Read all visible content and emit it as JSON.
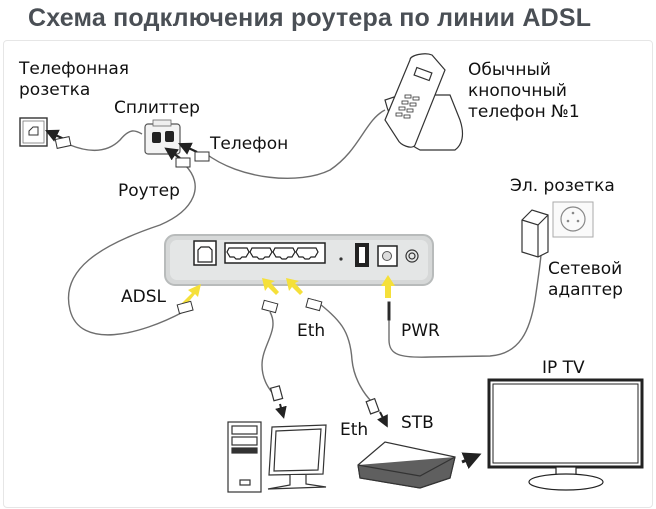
{
  "title": "Схема подключения роутера по линии ADSL",
  "labels": {
    "wall_jack": "Телефонная\nрозетка",
    "splitter": "Сплиттер",
    "phone_port": "Телефон",
    "router_port": "Роутер",
    "phone": "Обычный\nкнопочный\nтелефон №1",
    "power_outlet": "Эл. розетка",
    "power_adapter": "Сетевой\nадаптер",
    "adsl": "ADSL",
    "eth_router": "Eth",
    "pwr": "PWR",
    "ip_tv": "IP TV",
    "stb": "STB",
    "eth_stb": "Eth"
  },
  "colors": {
    "title": "#4a4f55",
    "arrow_yellow": "#f5e03a",
    "router_body": "#d6d8d8",
    "cable": "#6e6e6e"
  },
  "devices": [
    {
      "id": "wall-jack",
      "name": "Телефонная розетка"
    },
    {
      "id": "splitter",
      "name": "Сплиттер",
      "ports": [
        "Телефон",
        "Роутер"
      ]
    },
    {
      "id": "phone",
      "name": "Обычный кнопочный телефон №1"
    },
    {
      "id": "router",
      "ports": [
        "ADSL",
        "Eth",
        "Eth",
        "Eth",
        "Eth",
        "Reset",
        "Power switch",
        "PWR",
        "Antenna"
      ]
    },
    {
      "id": "power-adapter",
      "name": "Сетевой адаптер"
    },
    {
      "id": "computer",
      "name": "PC"
    },
    {
      "id": "stb",
      "name": "STB"
    },
    {
      "id": "tv",
      "name": "IP TV"
    }
  ],
  "connections": [
    {
      "from": "Телефонная розетка",
      "to": "Сплиттер"
    },
    {
      "from": "Сплиттер (Телефон)",
      "to": "Обычный кнопочный телефон №1"
    },
    {
      "from": "Сплиттер (Роутер)",
      "to": "Router ADSL"
    },
    {
      "from": "Router Eth",
      "to": "PC"
    },
    {
      "from": "Router Eth",
      "to": "STB"
    },
    {
      "from": "STB",
      "to": "IP TV"
    },
    {
      "from": "Эл. розетка / Сетевой адаптер",
      "to": "Router PWR"
    }
  ]
}
